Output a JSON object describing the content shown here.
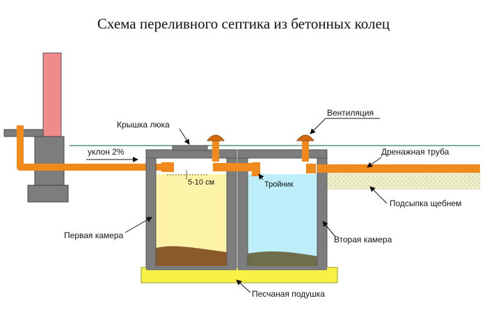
{
  "title": "Схема переливного септика из бетонных колец",
  "labels": {
    "slope": "уклон 2%",
    "hatch_cover": "Крышка люка",
    "ventilation": "Вентиляция",
    "drain_pipe": "Дренажная труба",
    "gap": "5-10 см",
    "tee": "Тройник",
    "gravel": "Подсыпка щебнем",
    "first_chamber": "Первая камера",
    "second_chamber": "Вторая камера",
    "sand_cushion": "Песчаная подушка"
  },
  "colors": {
    "concrete": "#7d7d7d",
    "pipe": "#f08a1c",
    "chimney": "#f08b8b",
    "water_first": "#fdf3a8",
    "water_second": "#bdeefa",
    "sediment": "#8a5a2b",
    "sand": "#f7f244",
    "ground_line": "#2e7d5a",
    "gravel": "#eeeec8"
  }
}
